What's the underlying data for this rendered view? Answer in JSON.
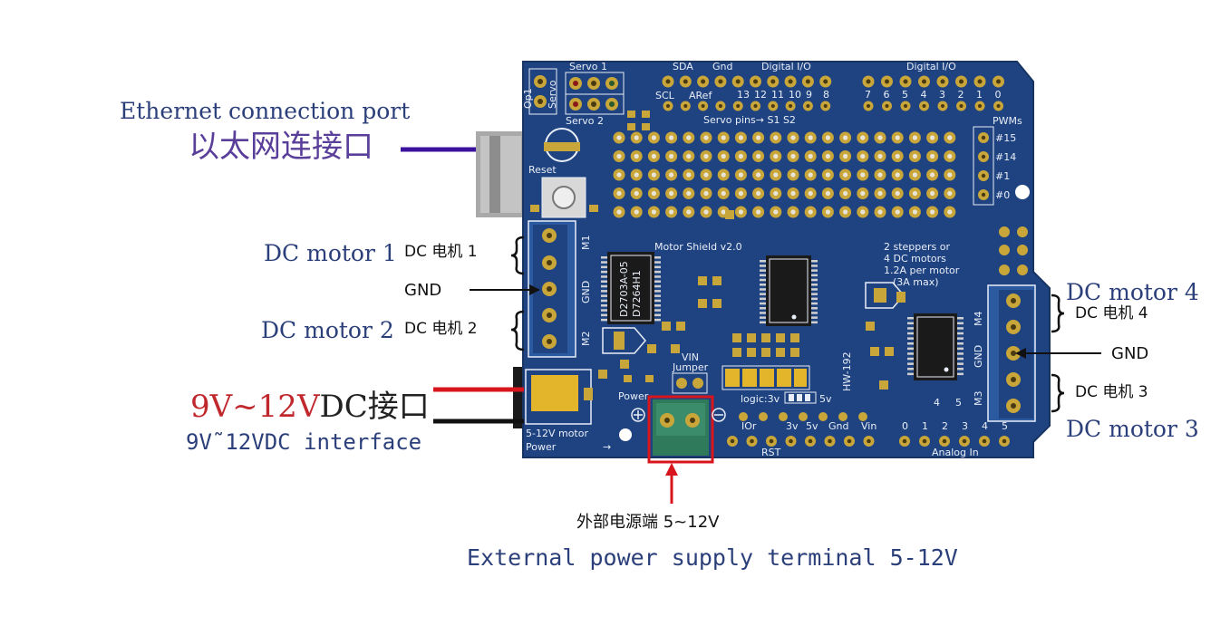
{
  "colors": {
    "board": "#1f4380",
    "board_edge": "#173463",
    "pad": "#c9a63a",
    "pad_hole": "#4a3a12",
    "silk": "#e9eef8",
    "red": "#d8151c",
    "black": "#111111",
    "purple": "#3b129e",
    "label_blue": "#2b3f7a"
  },
  "labels": {
    "ethernet_en": "Ethernet connection port",
    "ethernet_cn": "以太网连接口",
    "m1_en": "DC motor 1",
    "m1_cn": "DC 电机 1",
    "gnd_left": "GND",
    "m2_en": "DC motor 2",
    "m2_cn": "DC 电机 2",
    "dc_jack_v": "9V~12V",
    "dc_jack_cn": "DC接口",
    "dc_jack_en": "9V˜12VDC interface",
    "ext_cn": "外部电源端 5~12V",
    "ext_en": "External power supply terminal 5-12V",
    "m4_en": "DC motor 4",
    "m4_cn": "DC 电机 4",
    "gnd_right": "GND",
    "m3_cn": "DC 电机 3",
    "m3_en": "DC motor 3"
  },
  "board": {
    "servo1": "Servo 1",
    "servo2": "Servo 2",
    "servo": "Servo",
    "op1": "Op1",
    "sda": "SDA",
    "gnd_top": "Gnd",
    "digital_io": "Digital I/O",
    "digital_io_2": "Digital I/O",
    "scl": "SCL",
    "aref": "ARef",
    "pins_left": [
      "13",
      "12",
      "11",
      "10",
      "9",
      "8"
    ],
    "pins_right": [
      "7",
      "6",
      "5",
      "4",
      "3",
      "2",
      "1",
      "0"
    ],
    "servo_pins": "Servo pins→ S1 S2",
    "pwms": "PWMs",
    "pwm_pins": [
      "#15",
      "#14",
      "#1",
      "#0"
    ],
    "reset": "Reset",
    "title": "Motor Shield v2.0",
    "desc_1": "2 steppers or",
    "desc_2": "4 DC motors",
    "desc_3": "1.2A per motor",
    "desc_4": "(3A max)",
    "m1": "M1",
    "gnd_l": "GND",
    "m2": "M2",
    "m4": "M4",
    "gnd_r": "GND",
    "m3": "M3",
    "chip_1": "D2703A-05",
    "chip_2": "D7264H1",
    "vin": "VIN",
    "jumper": "Jumper",
    "power": "Power",
    "logic": "logic:3v",
    "five_v": "5v",
    "hw": "HW-192",
    "power_in": "5-12V  motor",
    "power_word": "Power",
    "pin_ior": "IOr",
    "pin_3v": "3v",
    "pin_5v": "5v",
    "pin_gnd": "Gnd",
    "pin_vin": "Vin",
    "pin_rst": "RST",
    "analog_nums": [
      "0",
      "1",
      "2",
      "3",
      "4",
      "5"
    ],
    "analog_in": "Analog In",
    "m34_nums": [
      "4",
      "5"
    ]
  }
}
